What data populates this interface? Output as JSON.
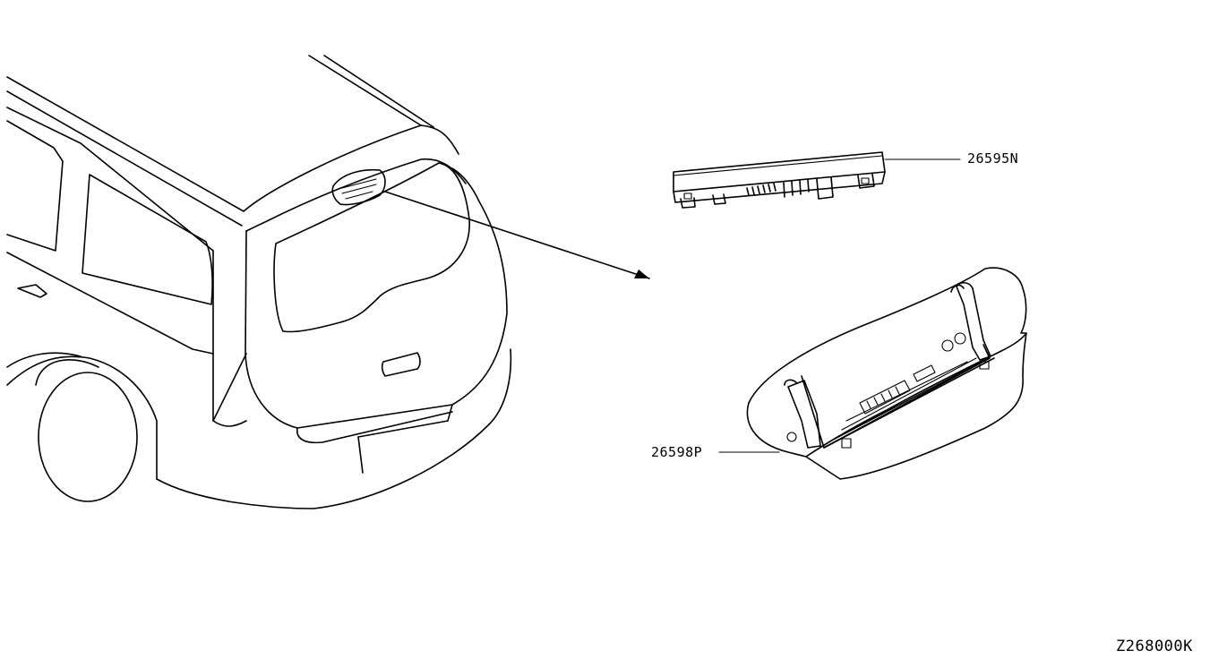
{
  "parts": [
    {
      "number": "26595N",
      "name_icon": "high-mount-stop-lamp-bulb-assembly-icon"
    },
    {
      "number": "26598P",
      "name_icon": "high-mount-stop-lamp-housing-icon"
    }
  ],
  "reference_code": "Z268000K",
  "colors": {
    "line": "#000000",
    "background": "#ffffff"
  }
}
